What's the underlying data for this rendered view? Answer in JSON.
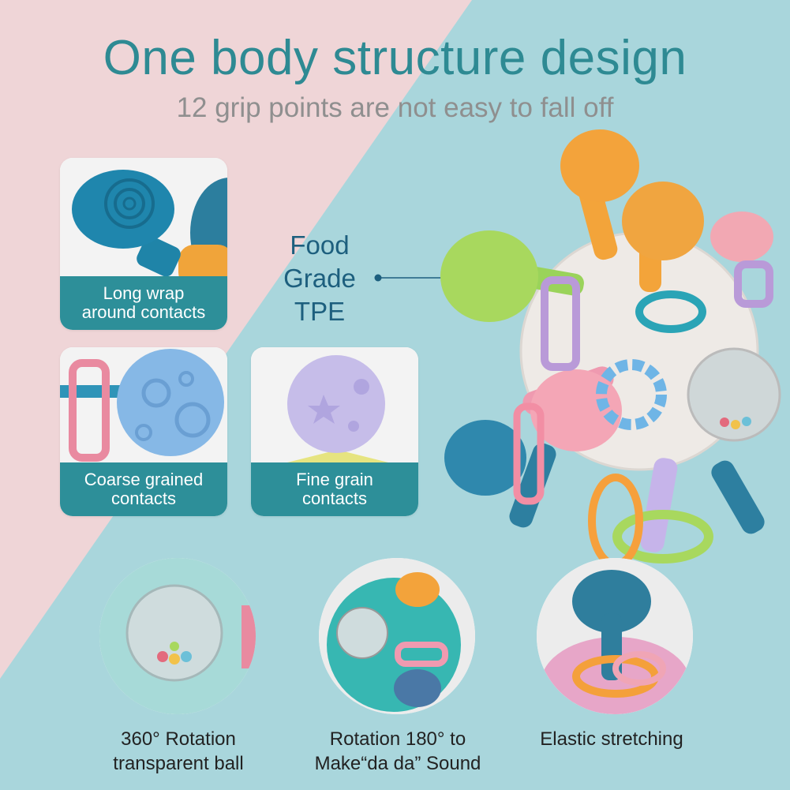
{
  "header": {
    "title": "One body structure design",
    "subtitle": "12 grip points are not easy to fall off"
  },
  "feature_cards": [
    {
      "line1": "Long wrap",
      "line2": "around contacts"
    },
    {
      "line1": "Coarse grained",
      "line2": "contacts"
    },
    {
      "line1": "Fine grain",
      "line2": "contacts"
    }
  ],
  "callout": {
    "line1": "Food",
    "line2": "Grade",
    "line3": "TPE"
  },
  "circle_features": [
    {
      "line1": "360° Rotation",
      "line2": "transparent ball"
    },
    {
      "line1": "Rotation 180° to",
      "line2": "Make“da da” Sound"
    },
    {
      "line1": "Elastic stretching",
      "line2": ""
    }
  ],
  "colors": {
    "pink_bg": "#f0d6d8",
    "teal_bg": "#a8d5dc",
    "title_teal": "#2e8a93",
    "band_teal": "#2d8f99",
    "subtitle_gray": "#8f8f8f"
  }
}
